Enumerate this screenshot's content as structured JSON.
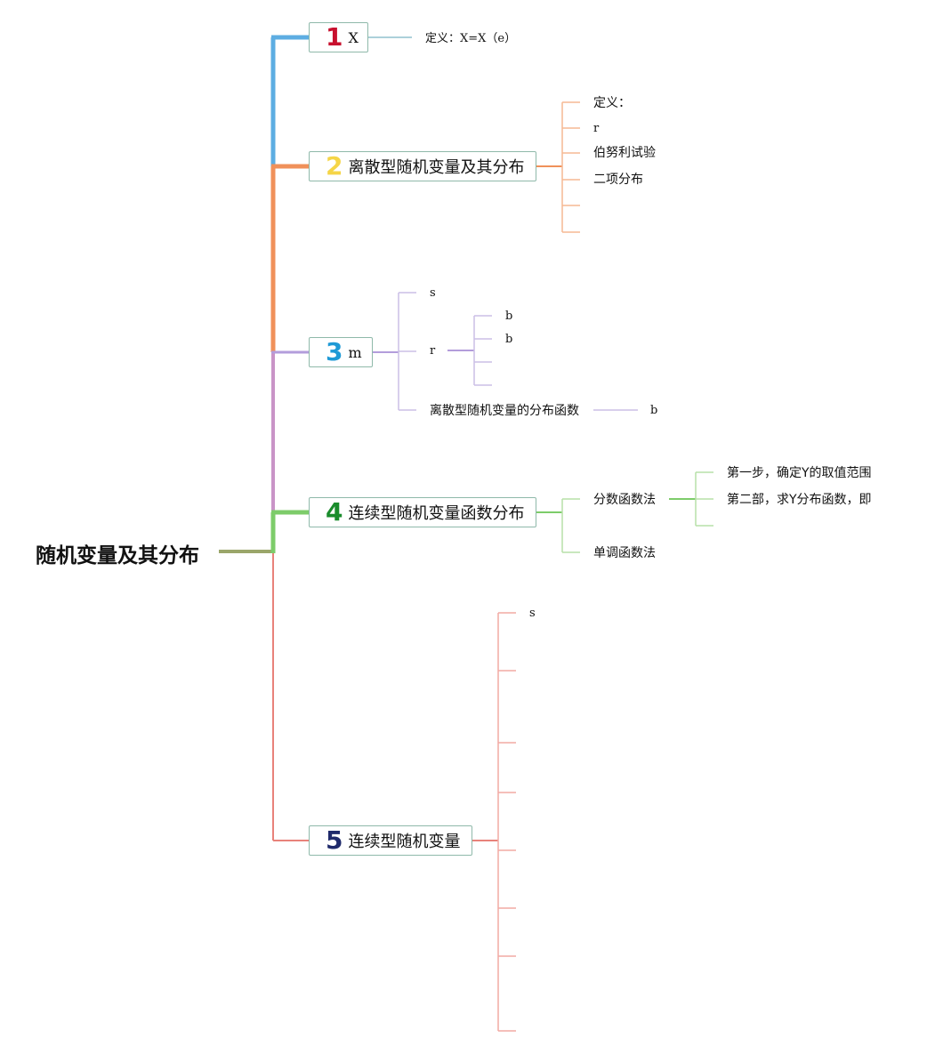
{
  "root": {
    "title": "随机变量及其分布"
  },
  "branches": [
    {
      "number": "1",
      "label": "X",
      "number_color": "#c8102e",
      "line_color": "#5dade2"
    },
    {
      "number": "2",
      "label": "离散型随机变量及其分布",
      "number_color": "#f5d547",
      "line_color": "#f0915a"
    },
    {
      "number": "3",
      "label": "m",
      "number_color": "#1f9ad6",
      "line_color": "#b39ddb"
    },
    {
      "number": "4",
      "label": "连续型随机变量函数分布",
      "number_color": "#1a8c2c",
      "line_color": "#7dcc6a"
    },
    {
      "number": "5",
      "label": "连续型随机变量",
      "number_color": "#1f2a6b",
      "line_color": "#e8827a"
    }
  ],
  "b1": {
    "definition": "定义：X=X（e）"
  },
  "b2": {
    "items": [
      "定义：",
      "r",
      "伯努利试验",
      "二项分布"
    ]
  },
  "b3": {
    "s": "s",
    "r": "r",
    "r_children": [
      "b",
      "b"
    ],
    "dist_fn": "离散型随机变量的分布函数",
    "dist_fn_child": "b"
  },
  "b4": {
    "fraction_method": "分数函数法",
    "steps": [
      "第一步，确定Y的取值范围",
      "第二部，求Y分布函数，即"
    ],
    "monotone_method": "单调函数法"
  },
  "b5": {
    "first": "s"
  }
}
